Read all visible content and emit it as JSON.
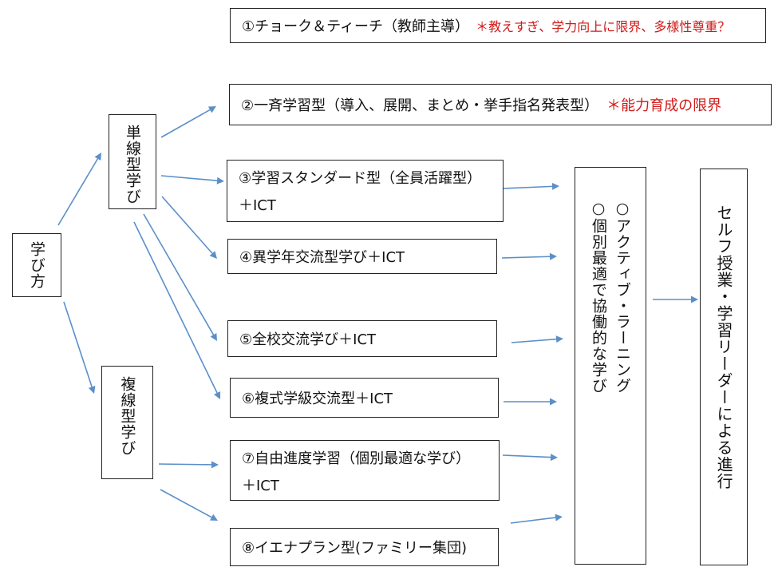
{
  "left_node": {
    "label": "学び方"
  },
  "single_line": {
    "label": "単線型学び"
  },
  "multi_line": {
    "label": "複線型学び"
  },
  "types": {
    "t1": {
      "label": "①チョーク＆ティーチ（教師主導）",
      "note": "＊教えすぎ、学力向上に限界、多様性尊重？"
    },
    "t2": {
      "label": "②一斉学習型（導入、展開、まとめ・挙手指名発表型）",
      "note": "＊能力育成の限界"
    },
    "t3": {
      "label_line1": "③学習スタンダード型（全員活躍型）",
      "label_line2": "＋ICT"
    },
    "t4": {
      "label": "④異学年交流型学び＋ICT"
    },
    "t5": {
      "label": "⑤全校交流学び＋ICT"
    },
    "t6": {
      "label": "⑥複式学級交流型＋ICT"
    },
    "t7": {
      "label_line1": "⑦自由進度学習（個別最適な学び）",
      "label_line2": "＋ICT"
    },
    "t8": {
      "label": "⑧イエナプラン型(ファミリー集団)"
    }
  },
  "outcome": {
    "line1": "○アクティブ・ラーニング",
    "line2": "○個別最適で協働的な学び"
  },
  "final": {
    "label": "セルフ授業・学習リーダーによる進行"
  },
  "colors": {
    "arrow": "#5b8fc9",
    "note": "#d11a1a",
    "border": "#222222"
  }
}
